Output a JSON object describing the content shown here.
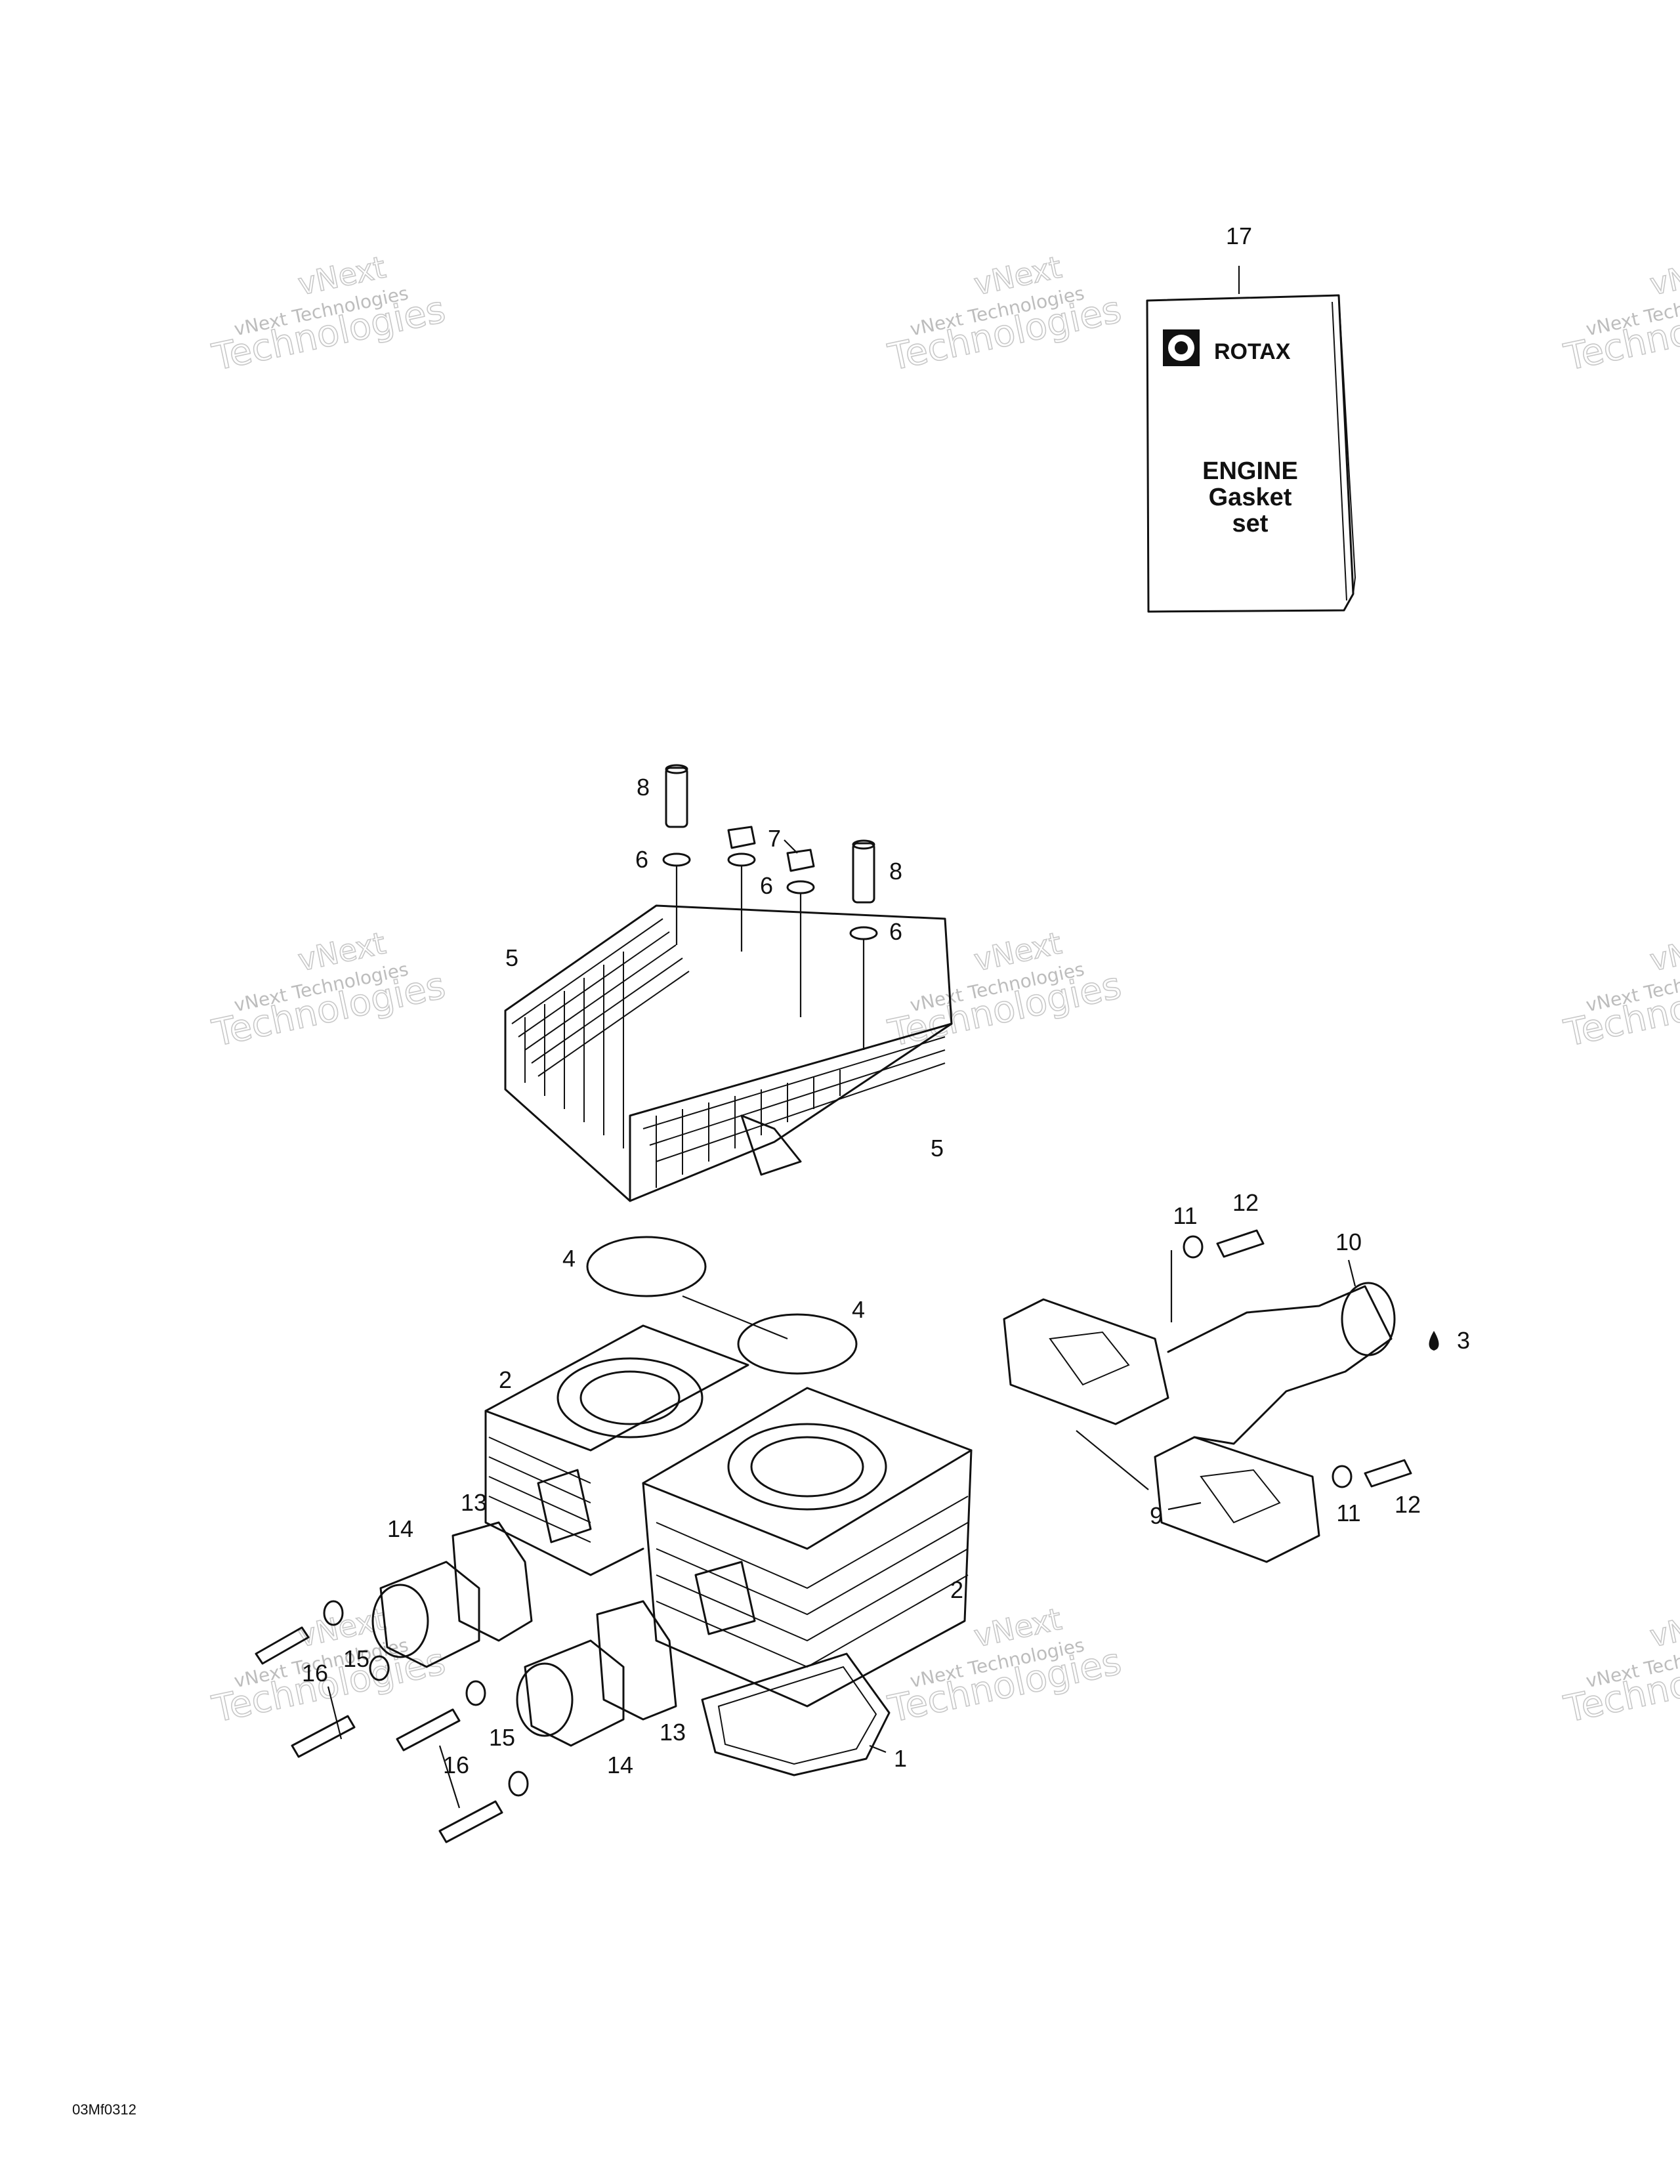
{
  "watermark": {
    "line1": "vNext",
    "line2": "vNext Technologies",
    "line3": "Technologies"
  },
  "kit": {
    "brand": "ROTAX",
    "title_line1": "ENGINE",
    "title_line2": "Gasket",
    "title_line3": "set"
  },
  "callouts": {
    "c1": "1",
    "c2": "2",
    "c3": "3",
    "c4": "4",
    "c5": "5",
    "c6": "6",
    "c7": "7",
    "c8": "8",
    "c9": "9",
    "c10": "10",
    "c11": "11",
    "c12": "12",
    "c13": "13",
    "c14": "14",
    "c15": "15",
    "c16": "16",
    "c17": "17"
  },
  "figure_code": "03Mf0312"
}
